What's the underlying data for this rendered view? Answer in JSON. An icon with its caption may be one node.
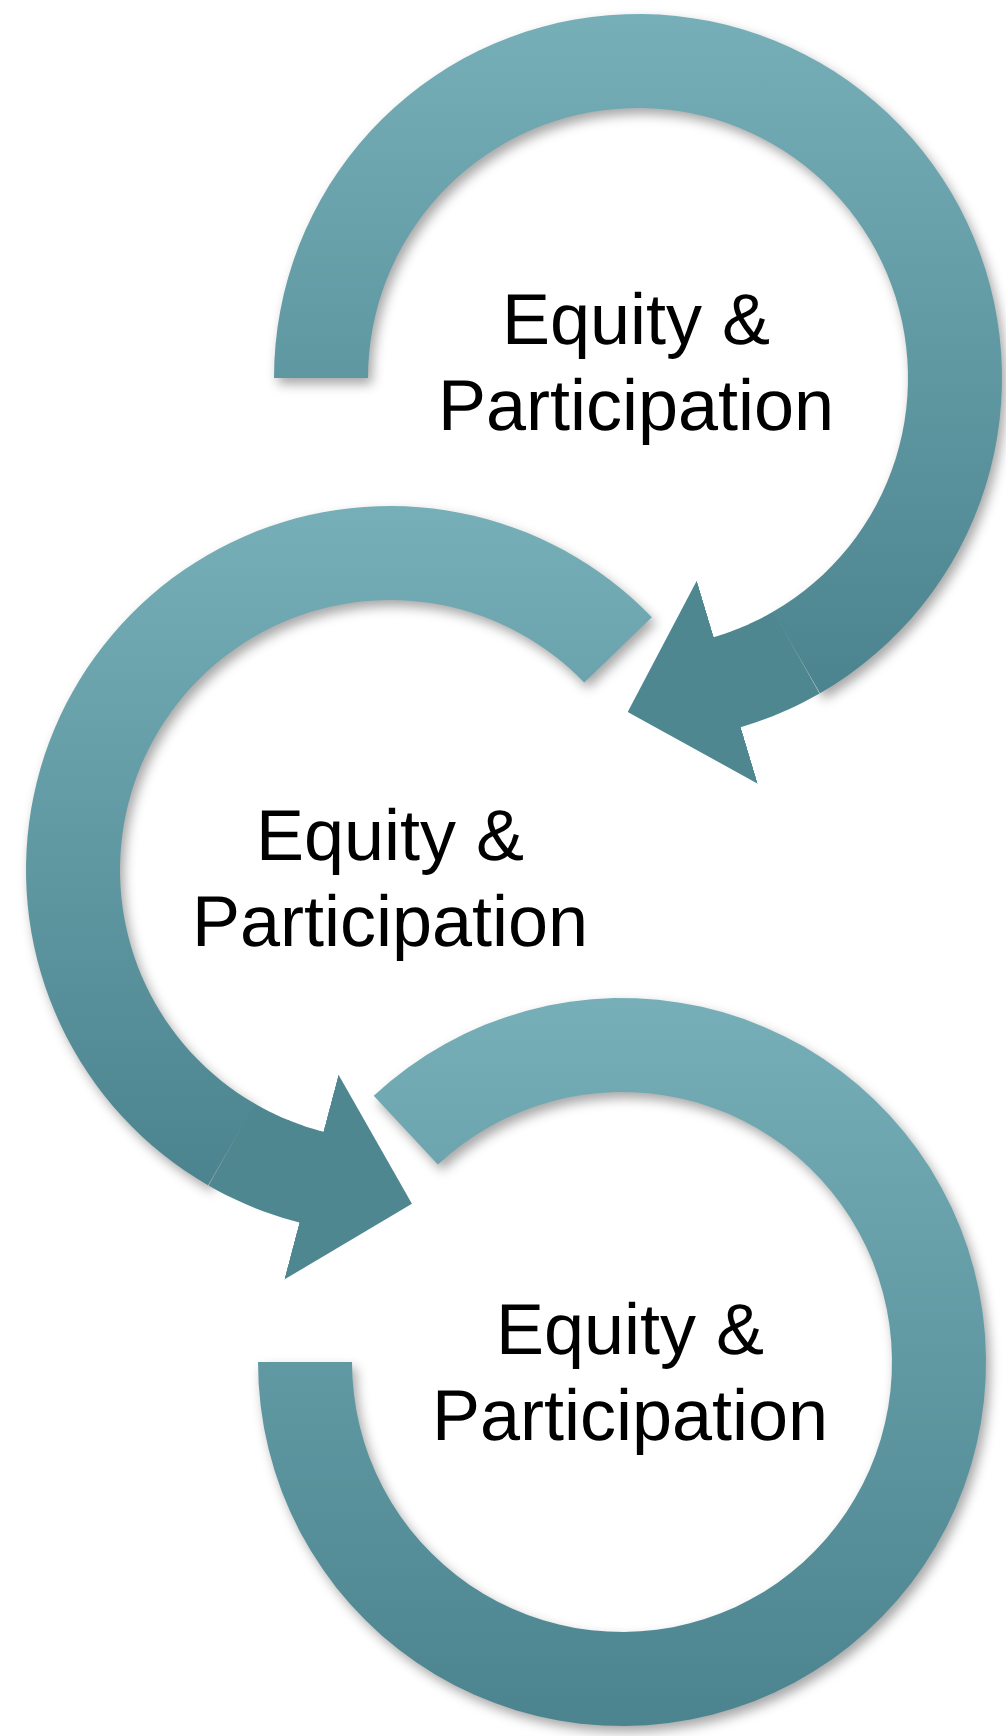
{
  "diagram": {
    "nodes": [
      {
        "text": [
          "Equity & Participation"
        ]
      },
      {
        "text": [
          "Equity & Participation"
        ]
      },
      {
        "text": [
          "Equity & Participation"
        ]
      }
    ],
    "edges": [
      {
        "from": 0,
        "to": 1,
        "arrow": "to"
      },
      {
        "from": 1,
        "to": 2,
        "arrow": "to"
      }
    ]
  }
}
